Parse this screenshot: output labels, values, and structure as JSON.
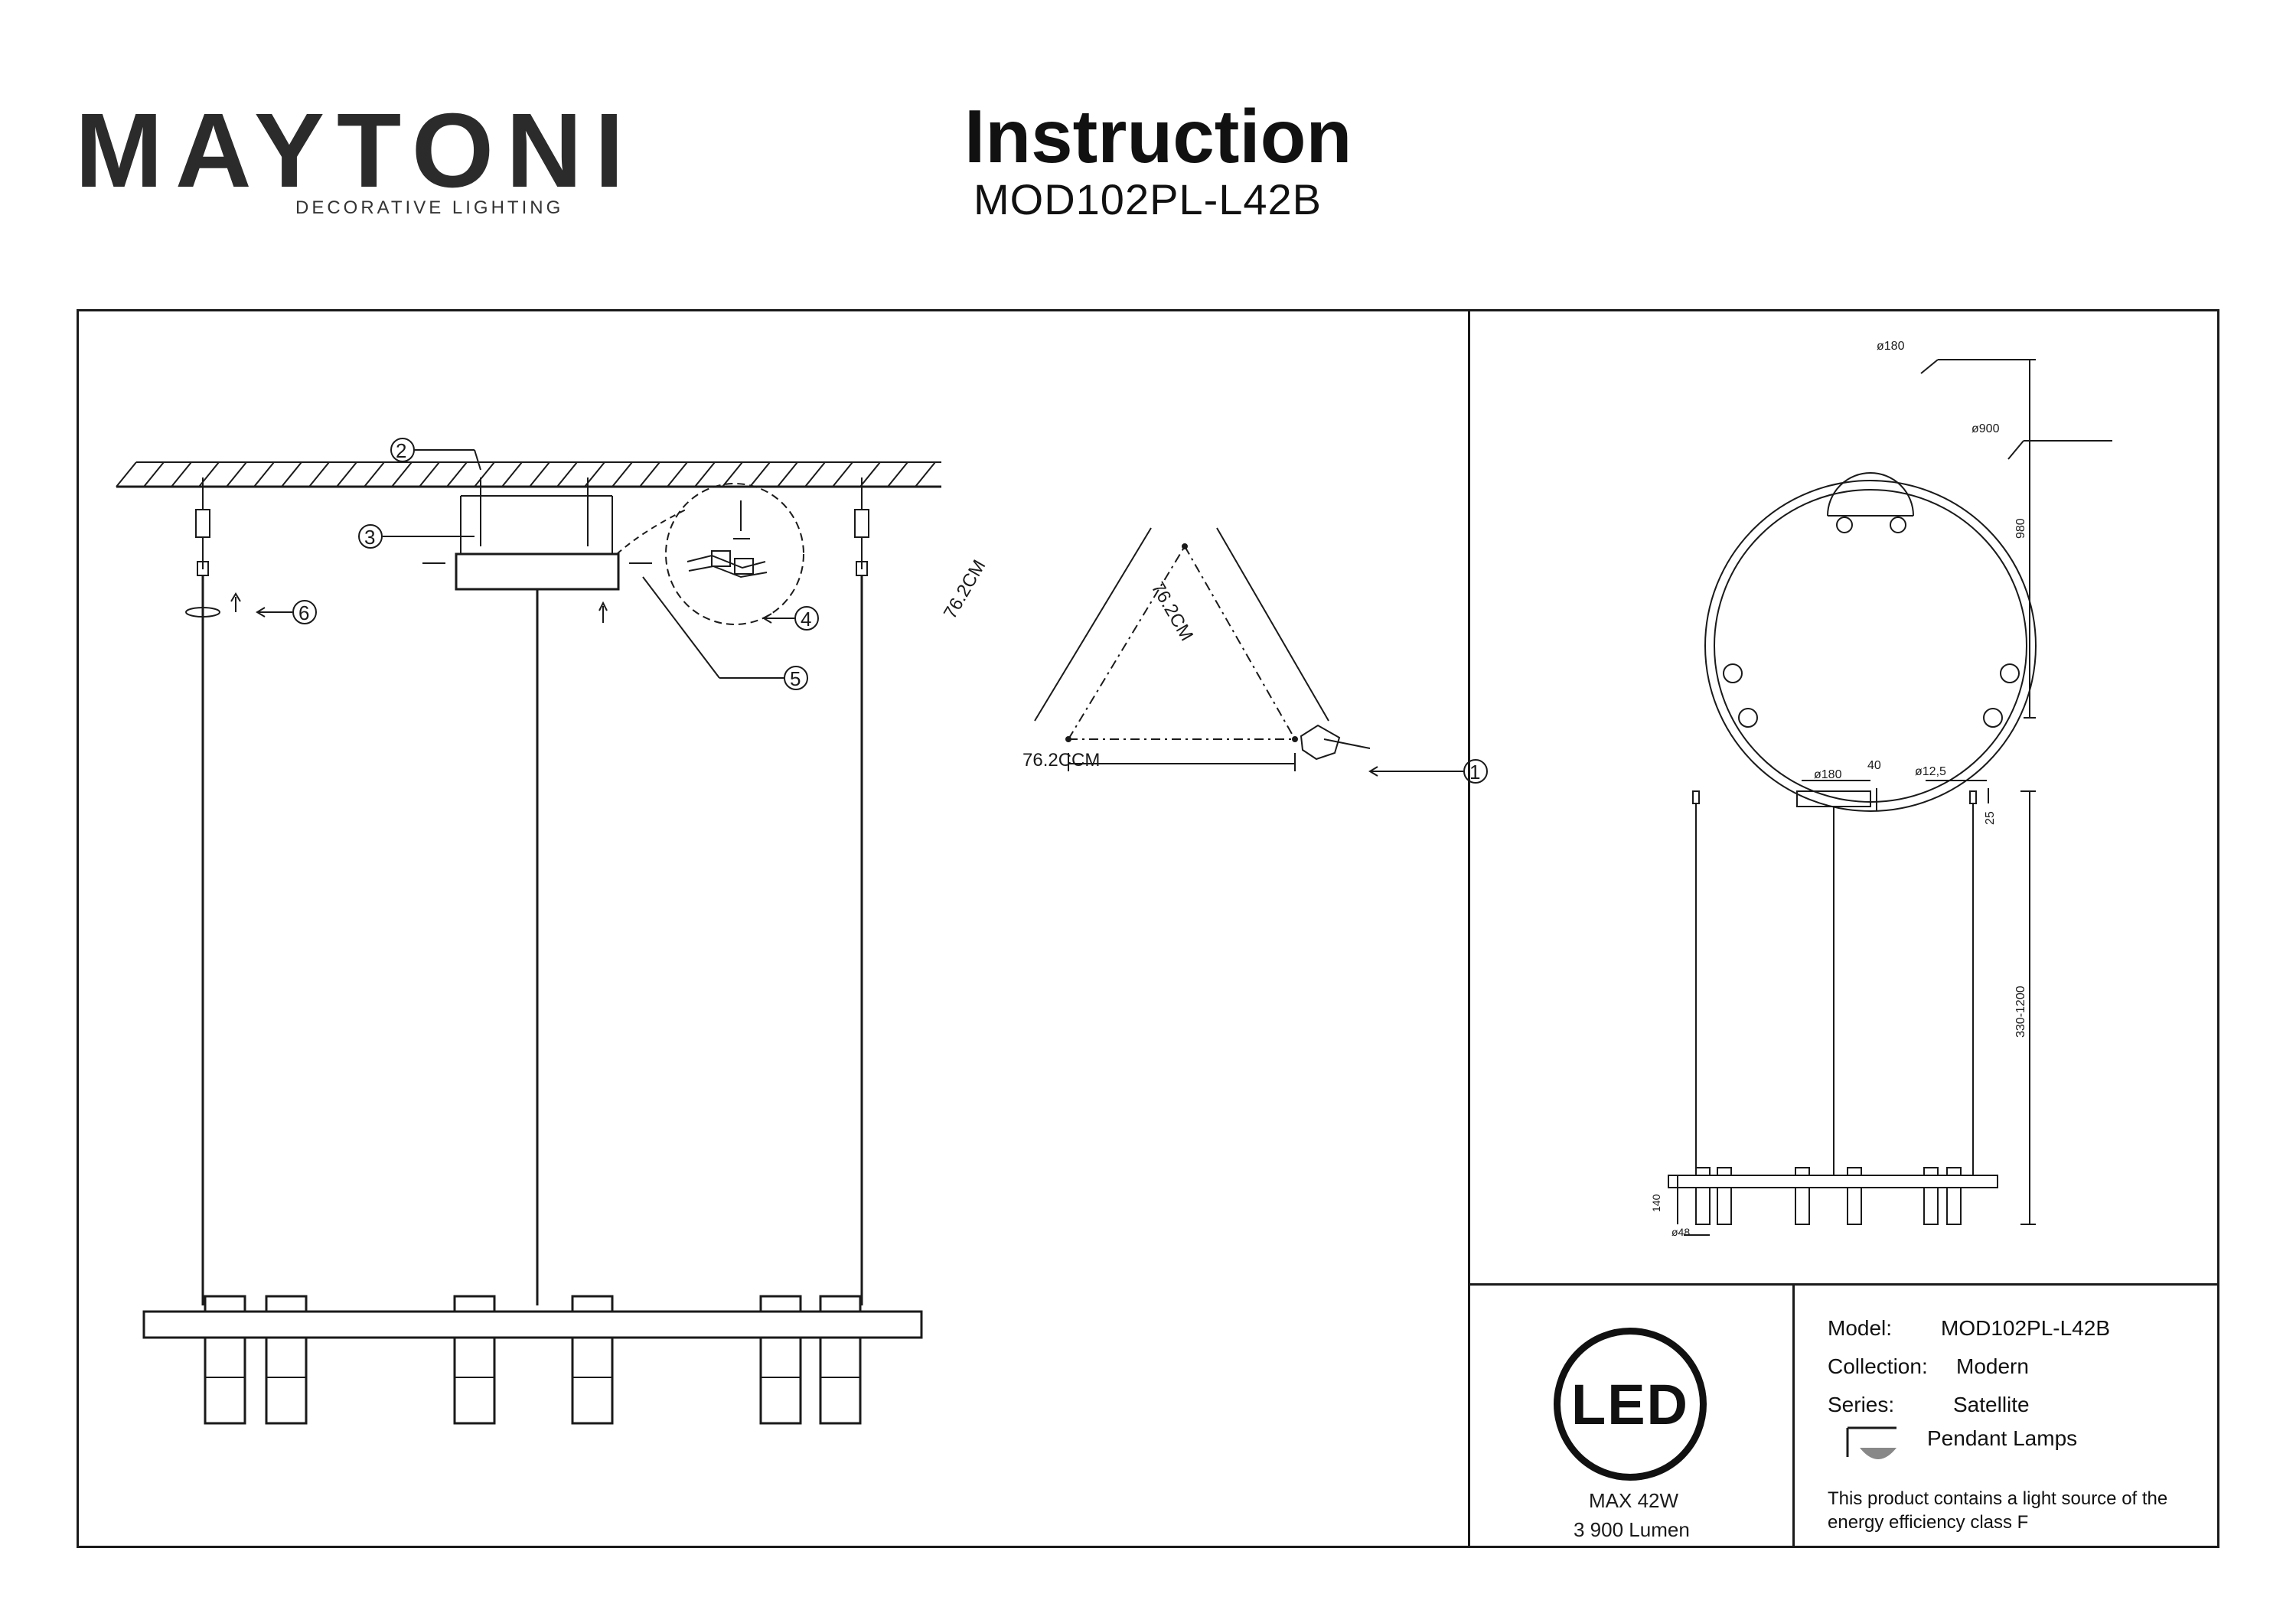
{
  "header": {
    "brand": "MAYTONI",
    "brand_subtitle": "DECORATIVE LIGHTING",
    "title": "Instruction",
    "model_code": "MOD102PL-L42B"
  },
  "installation": {
    "callouts": [
      "1",
      "2",
      "3",
      "4",
      "5",
      "6"
    ],
    "triangle_sides": [
      "76.2CM",
      "76.2CM",
      "76.2CCM"
    ]
  },
  "dimensions": {
    "canopy_diameter": "ø180",
    "ring_diameter": "ø900",
    "overall_height": "980",
    "side_canopy_diameter": "ø180",
    "canopy_height": "40",
    "cable_fixing_diameter": "ø12,5",
    "cable_fixing_height": "25",
    "suspension_range": "330-1200",
    "head_height": "140",
    "head_diameter": "ø48"
  },
  "energy": {
    "badge": "LED",
    "power": "MAX 42W",
    "lumen": "3 900 Lumen"
  },
  "product": {
    "model_label": "Model:",
    "model_value": "MOD102PL-L42B",
    "collection_label": "Collection:",
    "collection_value": "Modern",
    "series_label": "Series:",
    "series_value": "Satellite",
    "category": "Pendant Lamps",
    "note": "This product contains a light source of the energy efficiency class F"
  }
}
